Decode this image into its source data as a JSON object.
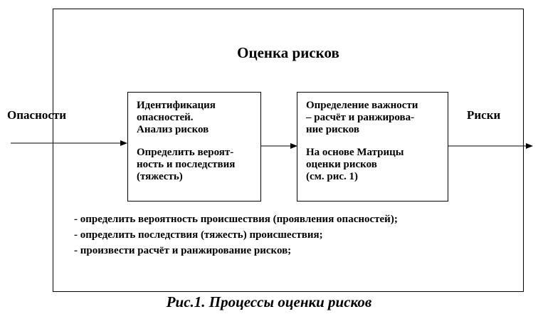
{
  "title": "Оценка рисков",
  "input_label": "Опасности",
  "output_label": "Риски",
  "box1": {
    "lines": [
      "Идентификация",
      "опасностей.",
      "Анализ рисков"
    ],
    "lines2": [
      "Определить вероят-",
      "ность и последствия",
      "(тяжесть)"
    ]
  },
  "box2": {
    "lines": [
      "Определение важности",
      "– расчёт и ранжирова-",
      "ние рисков"
    ],
    "lines2": [
      "На основе Матрицы",
      "оценки рисков",
      "(см. рис. 1)"
    ]
  },
  "bullets": [
    "- определить вероятность происшествия (проявления опасностей);",
    "- определить последствия (тяжесть) происшествия;",
    "- произвести расчёт и ранжирование рисков;"
  ],
  "caption": "Рис.1. Процессы оценки рисков"
}
